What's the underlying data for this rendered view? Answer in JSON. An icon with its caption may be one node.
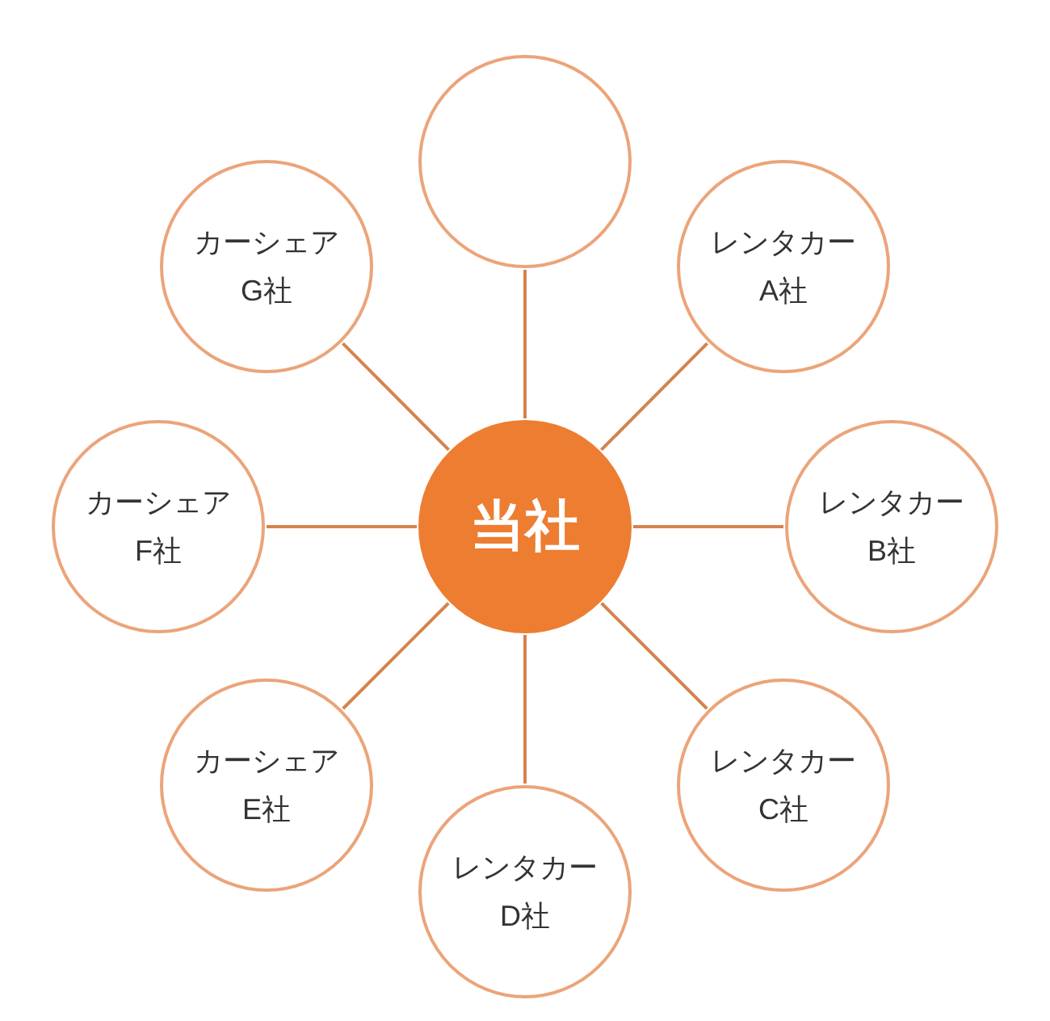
{
  "diagram": {
    "nodes": [
      {
        "text": [
          "当社"
        ]
      },
      {
        "text": [],
        "shape": "circle"
      },
      {
        "text": [
          "レンタカー",
          "A社"
        ]
      },
      {
        "text": [
          "レンタカー",
          "B社"
        ]
      },
      {
        "text": [
          "レンタカー",
          "C社"
        ]
      },
      {
        "text": [
          "レンタカー",
          "D社"
        ]
      },
      {
        "text": [
          "カーシェア",
          "E社"
        ]
      },
      {
        "text": [
          "カーシェア",
          "F社"
        ]
      },
      {
        "text": [
          "カーシェア",
          "G社"
        ]
      }
    ],
    "edges": [
      {
        "from": 0,
        "to": 1,
        "arrow": "none"
      },
      {
        "from": 0,
        "to": 2,
        "arrow": "none"
      },
      {
        "from": 0,
        "to": 3,
        "arrow": "none"
      },
      {
        "from": 0,
        "to": 4,
        "arrow": "none"
      },
      {
        "from": 0,
        "to": 5,
        "arrow": "none"
      },
      {
        "from": 0,
        "to": 6,
        "arrow": "none"
      },
      {
        "from": 0,
        "to": 7,
        "arrow": "none"
      },
      {
        "from": 0,
        "to": 8,
        "arrow": "none"
      }
    ]
  }
}
